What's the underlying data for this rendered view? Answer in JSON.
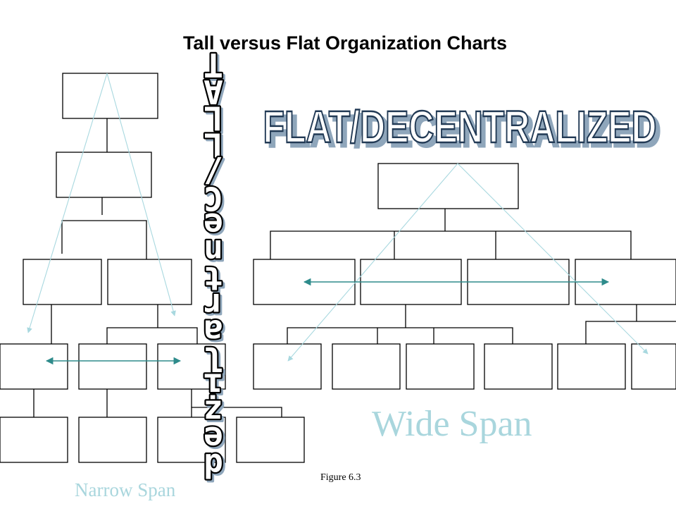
{
  "title": "Tall versus Flat Organization Charts",
  "tall_label": "TALL/Centralized",
  "flat_label": "FLAT/DECENTRALIZED",
  "wide_span_label": "Wide Span",
  "narrow_span_label": "Narrow Span",
  "figure_label": "Figure 6.3",
  "colors": {
    "box_stroke": "#000000",
    "span_arrow": "#2e8b8b",
    "guide_line": "#a8d8df",
    "span_text": "#a9d6dd",
    "banner_fill": "#ffffff",
    "banner_outline": "#223a55",
    "banner_shadow": "#8fa6bb"
  }
}
